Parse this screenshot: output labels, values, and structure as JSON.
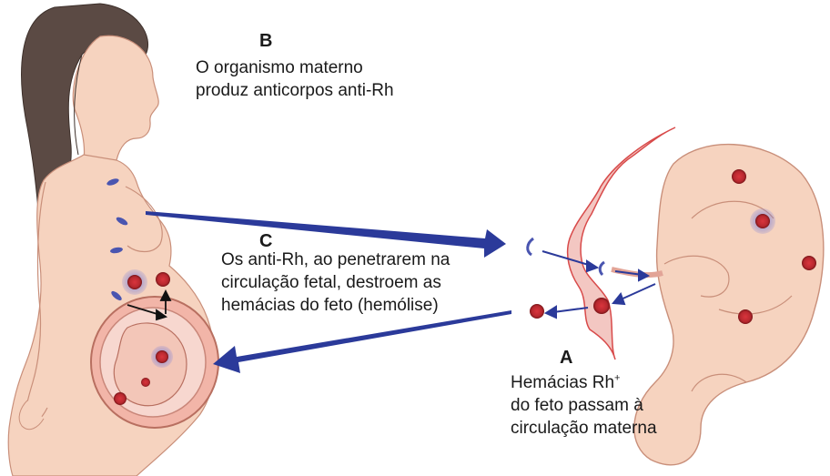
{
  "labels": {
    "b": {
      "letter": "B",
      "line1": "O organismo materno",
      "line2": "produz anticorpos anti-Rh"
    },
    "c": {
      "letter": "C",
      "line1": "Os anti-Rh, ao penetrarem na",
      "line2": "circulação fetal, destroem as",
      "line3": "hemácias do feto (hemólise)"
    },
    "a": {
      "letter": "A",
      "line1": "Hemácias Rh",
      "line1_sup": "+",
      "line2": "do feto passam à",
      "line3": "circulação materna"
    }
  },
  "colors": {
    "skin": "#f6d3bf",
    "skin_outline": "#c98f7a",
    "hair": "#5b4a44",
    "antibody": "#4a55b0",
    "red_cell": "#b8282f",
    "arrow": "#2b3a9a",
    "placenta": "#f3c7c2"
  }
}
